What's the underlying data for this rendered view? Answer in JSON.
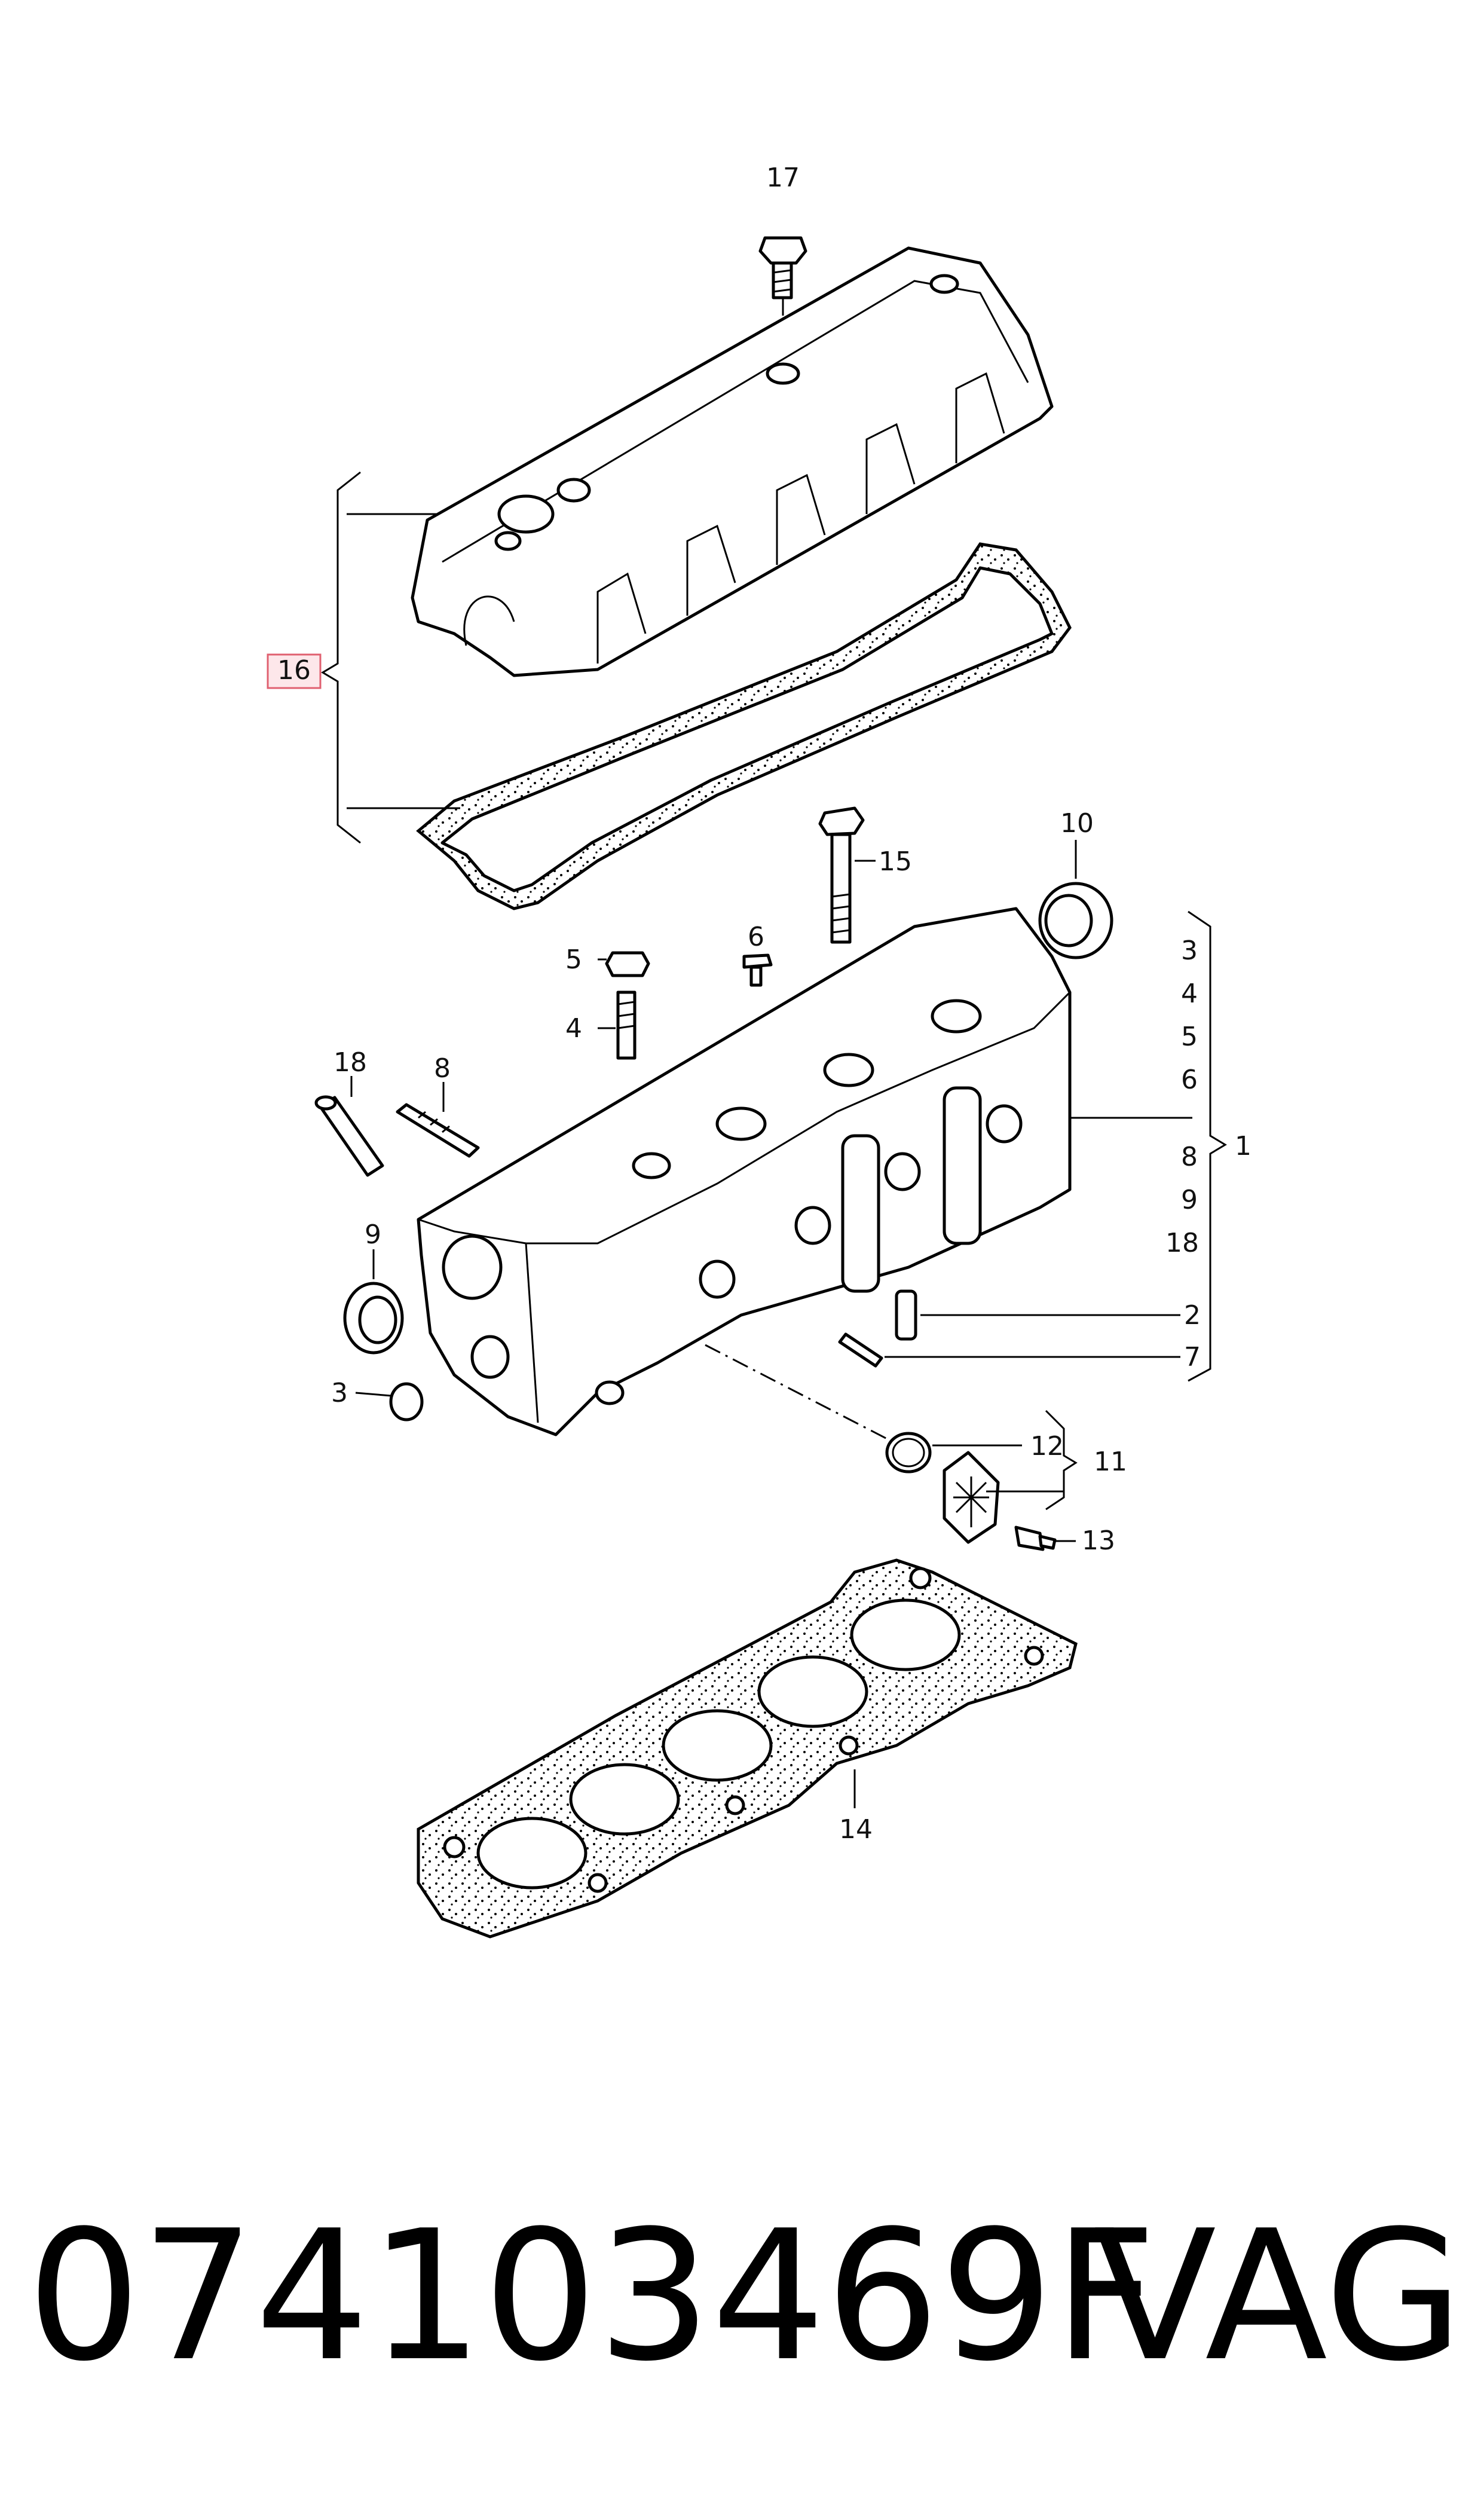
{
  "callouts": {
    "c1": "1",
    "c2": "2",
    "c3a": "3",
    "c3b": "3",
    "c4a": "4",
    "c4b": "4",
    "c5a": "5",
    "c5b": "5",
    "c6a": "6",
    "c6b": "6",
    "c7": "7",
    "c8a": "8",
    "c8b": "8",
    "c9a": "9",
    "c9b": "9",
    "c10": "10",
    "c11": "11",
    "c12": "12",
    "c13": "13",
    "c14": "14",
    "c15": "15",
    "c16": "16",
    "c17": "17",
    "c18a": "18",
    "c18b": "18"
  },
  "footer": {
    "part_number": "074103469F",
    "brand": "VAG"
  },
  "highlight_color": "#e06070"
}
